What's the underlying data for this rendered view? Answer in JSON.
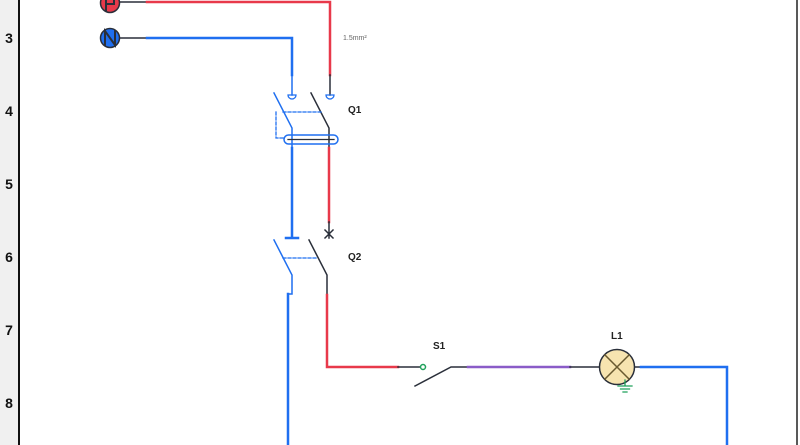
{
  "ruler": {
    "rows": [
      "3",
      "4",
      "5",
      "6",
      "7",
      "8"
    ]
  },
  "labels": {
    "q1": "Q1",
    "q2": "Q2",
    "s1": "S1",
    "l1": "L1",
    "cable": "1.5mm²",
    "phase": "P",
    "neutral": "N"
  },
  "colors": {
    "phase": "#e8394a",
    "neutral": "#1f6ff0",
    "switched": "#8a5cc8",
    "earth": "#1fa05a",
    "dark": "#2a2f3a",
    "lamp": "#f7e4b0"
  }
}
